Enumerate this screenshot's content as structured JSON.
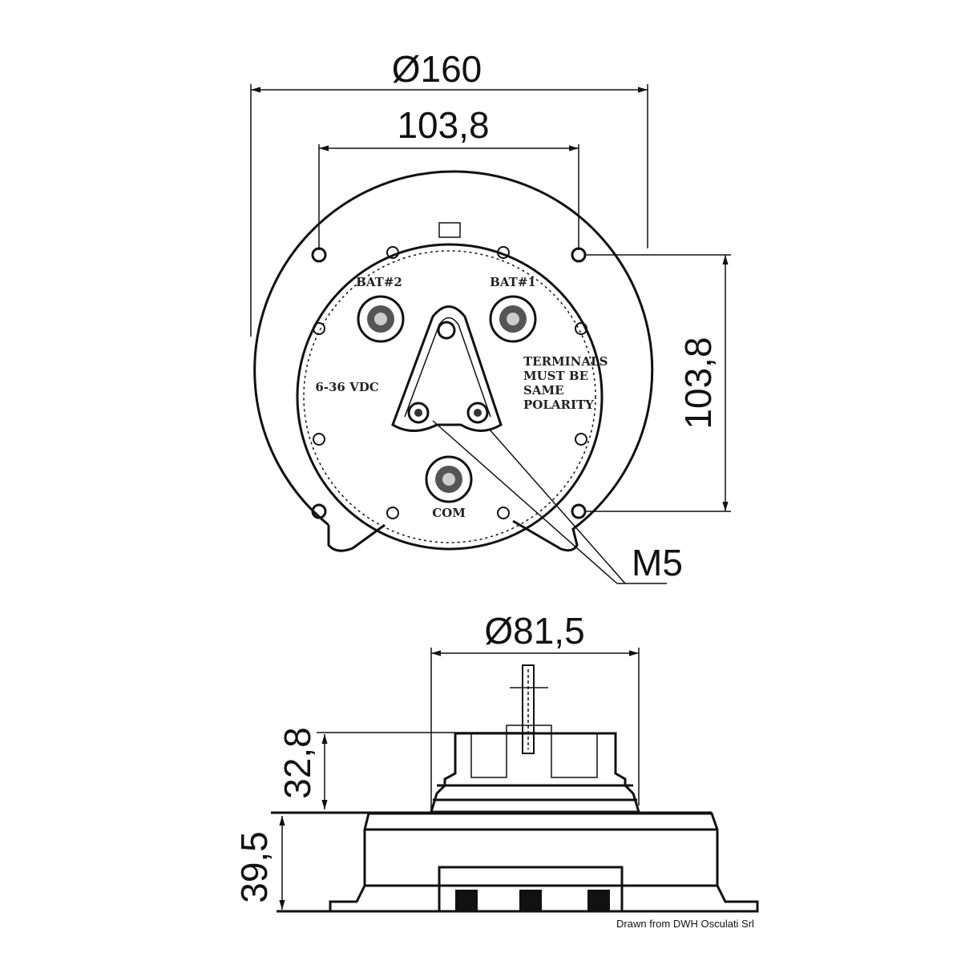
{
  "top_view": {
    "dim_outer_diameter": "Ø160",
    "dim_hole_spacing_h": "103,8",
    "dim_hole_spacing_v": "103,8",
    "dim_stud": "M5",
    "label_bat2": "BAT#2",
    "label_bat1": "BAT#1",
    "label_com": "COM",
    "label_voltage": "6-36 VDC",
    "warning_lines": [
      "TERMINALS",
      "MUST BE",
      "SAME",
      "POLARITY"
    ]
  },
  "side_view": {
    "dim_body_diameter": "Ø81,5",
    "dim_upper_height": "32,8",
    "dim_lower_height": "39,5"
  },
  "credit": "Drawn from DWH Osculati Srl"
}
